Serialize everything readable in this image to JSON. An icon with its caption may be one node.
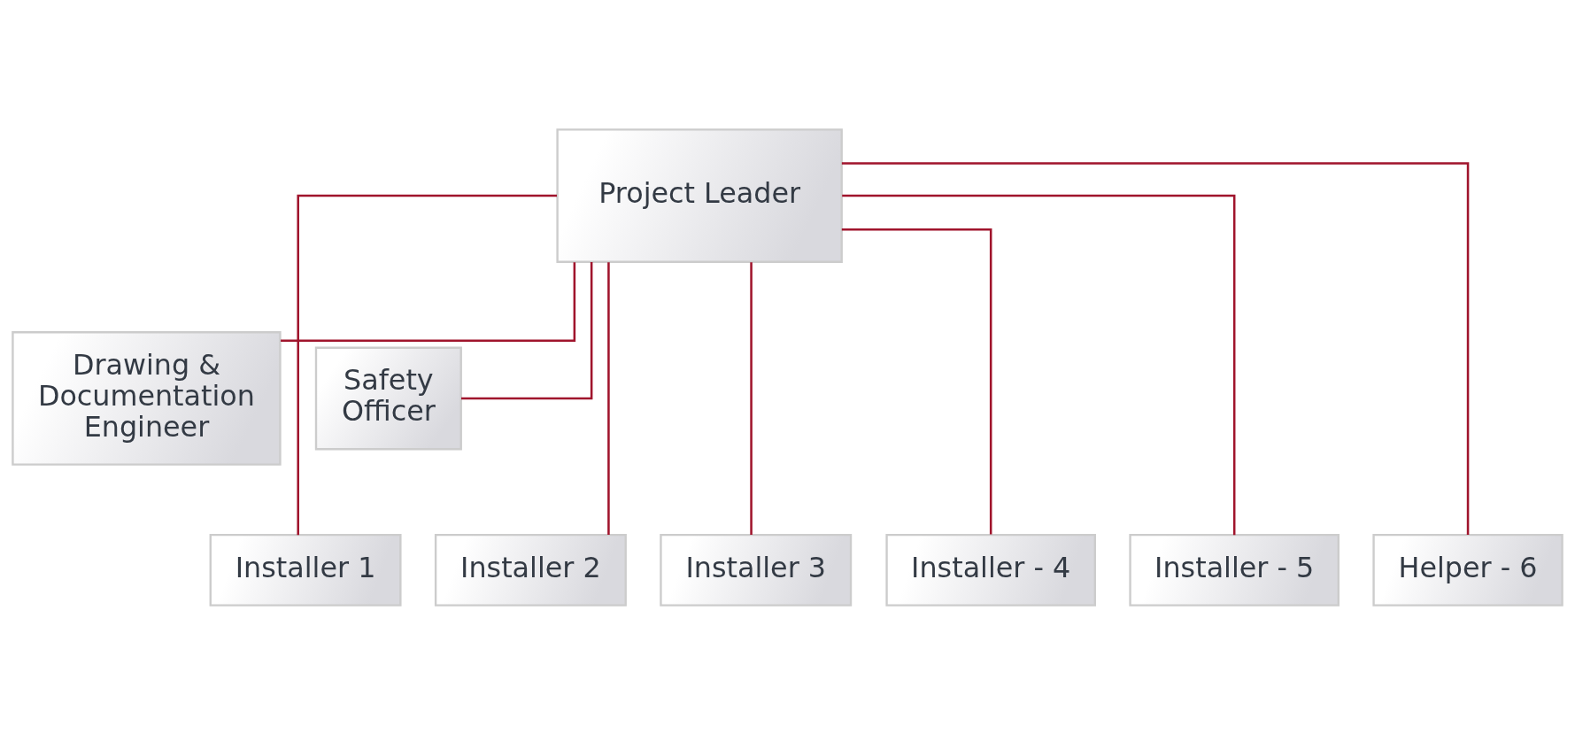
{
  "diagram": {
    "nodes": [
      {
        "text": [
          "Project Leader"
        ]
      },
      {
        "text": [
          "Drawing & Documentation Engineer"
        ]
      },
      {
        "text": [
          "Safety Officer"
        ]
      },
      {
        "text": [
          "Installer 1"
        ]
      },
      {
        "text": [
          "Installer 2"
        ]
      },
      {
        "text": [
          "Installer 3"
        ]
      },
      {
        "text": [
          "Installer - 4"
        ]
      },
      {
        "text": [
          "Installer - 5"
        ]
      },
      {
        "text": [
          "Helper - 6"
        ]
      }
    ],
    "edges": [
      {
        "from": 0,
        "to": 1,
        "arrow": "none"
      },
      {
        "from": 0,
        "to": 2,
        "arrow": "none"
      },
      {
        "from": 0,
        "to": 3,
        "arrow": "none"
      },
      {
        "from": 0,
        "to": 4,
        "arrow": "none"
      },
      {
        "from": 0,
        "to": 5,
        "arrow": "none"
      },
      {
        "from": 0,
        "to": 6,
        "arrow": "none"
      },
      {
        "from": 0,
        "to": 7,
        "arrow": "none"
      },
      {
        "from": 0,
        "to": 8,
        "arrow": "none"
      }
    ]
  }
}
